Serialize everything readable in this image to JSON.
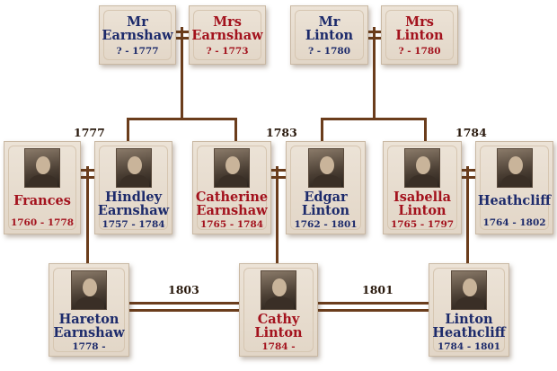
{
  "years": {
    "frances_hindley": "1777",
    "catherine_edgar": "1783",
    "isabella_heathcliff": "1784",
    "hareton_cathy": "1803",
    "cathy_linton": "1801"
  },
  "people": {
    "mr_earnshaw": {
      "line1": "Mr",
      "line2": "Earnshaw",
      "dates": "? - 1777"
    },
    "mrs_earnshaw": {
      "line1": "Mrs",
      "line2": "Earnshaw",
      "dates": "? - 1773"
    },
    "mr_linton": {
      "line1": "Mr",
      "line2": "Linton",
      "dates": "? - 1780"
    },
    "mrs_linton": {
      "line1": "Mrs",
      "line2": "Linton",
      "dates": "? - 1780"
    },
    "frances": {
      "line1": "Frances",
      "line2": "",
      "dates": "1760 - 1778"
    },
    "hindley": {
      "line1": "Hindley",
      "line2": "Earnshaw",
      "dates": "1757 - 1784"
    },
    "catherine": {
      "line1": "Catherine",
      "line2": "Earnshaw",
      "dates": "1765 - 1784"
    },
    "edgar": {
      "line1": "Edgar",
      "line2": "Linton",
      "dates": "1762 - 1801"
    },
    "isabella": {
      "line1": "Isabella",
      "line2": "Linton",
      "dates": "1765 - 1797"
    },
    "heathcliff": {
      "line1": "Heathcliff",
      "line2": "",
      "dates": "1764 - 1802"
    },
    "hareton": {
      "line1": "Hareton",
      "line2": "Earnshaw",
      "dates": "1778 -"
    },
    "cathy": {
      "line1": "Cathy",
      "line2": "Linton",
      "dates": "1784 -"
    },
    "linton": {
      "line1": "Linton",
      "line2": "Heathcliff",
      "dates": "1784 - 1801"
    }
  },
  "colors": {
    "male": "#1c2a6b",
    "female": "#a3121d",
    "line": "#6b3d1c"
  }
}
